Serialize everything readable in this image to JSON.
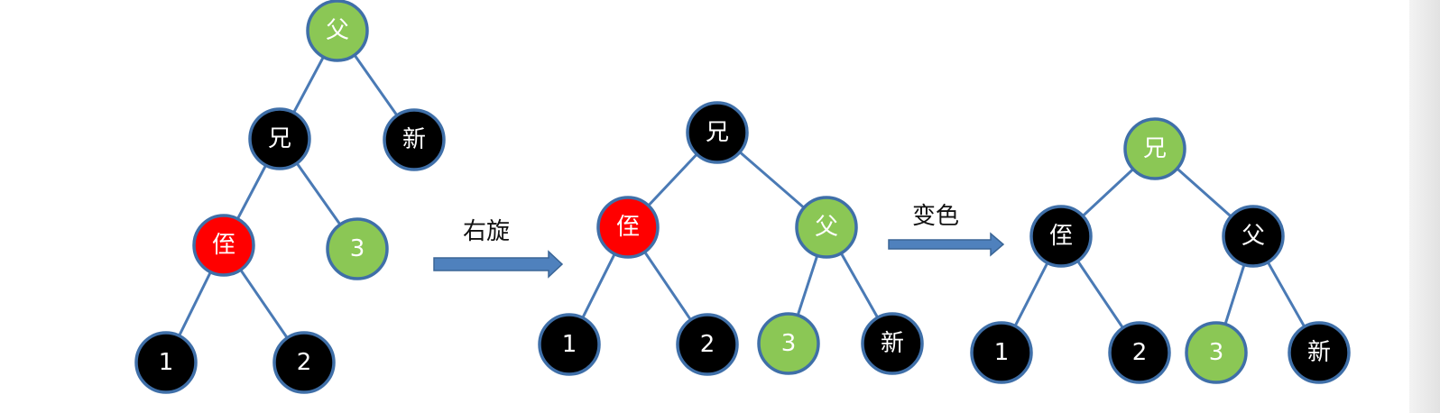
{
  "colors": {
    "black": "#000000",
    "red": "#ff0000",
    "green": "#8bc755",
    "edge": "#4a7ab5",
    "arrow": "#4f81bd"
  },
  "arrows": [
    {
      "id": "arrow-rotate",
      "label": "右旋"
    },
    {
      "id": "arrow-recolor",
      "label": "变色"
    }
  ],
  "trees": [
    {
      "id": "tree-before",
      "nodes": [
        {
          "id": "t1-parent",
          "label": "父",
          "color": "green"
        },
        {
          "id": "t1-sibling",
          "label": "兄",
          "color": "black"
        },
        {
          "id": "t1-new",
          "label": "新",
          "color": "black"
        },
        {
          "id": "t1-nephew",
          "label": "侄",
          "color": "red"
        },
        {
          "id": "t1-3",
          "label": "3",
          "color": "green"
        },
        {
          "id": "t1-1",
          "label": "1",
          "color": "black"
        },
        {
          "id": "t1-2",
          "label": "2",
          "color": "black"
        }
      ],
      "edges": [
        [
          "t1-parent",
          "t1-sibling"
        ],
        [
          "t1-parent",
          "t1-new"
        ],
        [
          "t1-sibling",
          "t1-nephew"
        ],
        [
          "t1-sibling",
          "t1-3"
        ],
        [
          "t1-nephew",
          "t1-1"
        ],
        [
          "t1-nephew",
          "t1-2"
        ]
      ]
    },
    {
      "id": "tree-rotated",
      "nodes": [
        {
          "id": "t2-sibling",
          "label": "兄",
          "color": "black"
        },
        {
          "id": "t2-nephew",
          "label": "侄",
          "color": "red"
        },
        {
          "id": "t2-parent",
          "label": "父",
          "color": "green"
        },
        {
          "id": "t2-1",
          "label": "1",
          "color": "black"
        },
        {
          "id": "t2-2",
          "label": "2",
          "color": "black"
        },
        {
          "id": "t2-3",
          "label": "3",
          "color": "green"
        },
        {
          "id": "t2-new",
          "label": "新",
          "color": "black"
        }
      ],
      "edges": [
        [
          "t2-sibling",
          "t2-nephew"
        ],
        [
          "t2-sibling",
          "t2-parent"
        ],
        [
          "t2-nephew",
          "t2-1"
        ],
        [
          "t2-nephew",
          "t2-2"
        ],
        [
          "t2-parent",
          "t2-3"
        ],
        [
          "t2-parent",
          "t2-new"
        ]
      ]
    },
    {
      "id": "tree-recolored",
      "nodes": [
        {
          "id": "t3-sibling",
          "label": "兄",
          "color": "green"
        },
        {
          "id": "t3-nephew",
          "label": "侄",
          "color": "black"
        },
        {
          "id": "t3-parent",
          "label": "父",
          "color": "black"
        },
        {
          "id": "t3-1",
          "label": "1",
          "color": "black"
        },
        {
          "id": "t3-2",
          "label": "2",
          "color": "black"
        },
        {
          "id": "t3-3",
          "label": "3",
          "color": "green"
        },
        {
          "id": "t3-new",
          "label": "新",
          "color": "black"
        }
      ],
      "edges": [
        [
          "t3-sibling",
          "t3-nephew"
        ],
        [
          "t3-sibling",
          "t3-parent"
        ],
        [
          "t3-nephew",
          "t3-1"
        ],
        [
          "t3-nephew",
          "t3-2"
        ],
        [
          "t3-parent",
          "t3-3"
        ],
        [
          "t3-parent",
          "t3-new"
        ]
      ]
    }
  ]
}
